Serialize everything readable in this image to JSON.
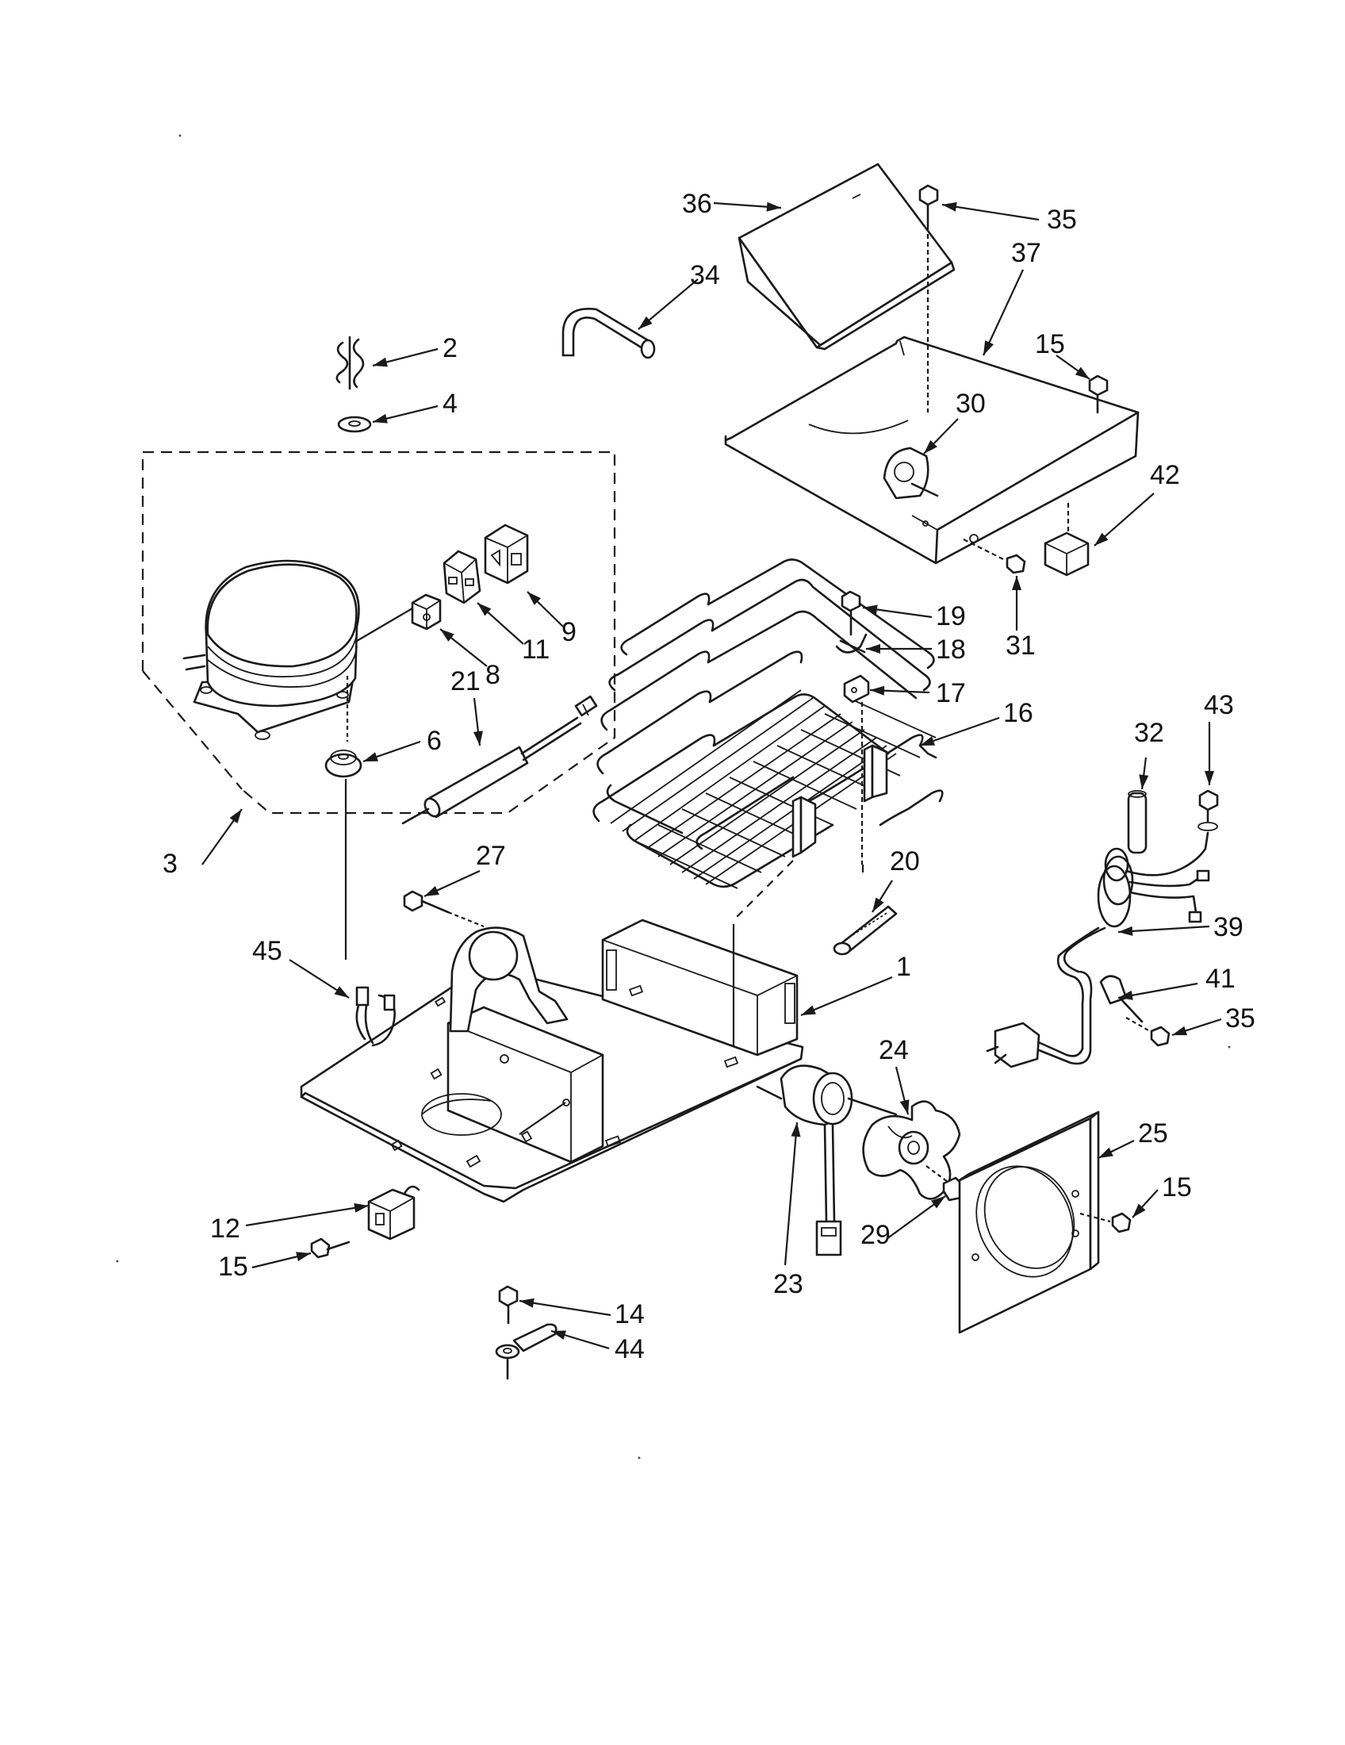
{
  "callouts": [
    {
      "id": "36",
      "label": "36"
    },
    {
      "id": "35a",
      "label": "35"
    },
    {
      "id": "34",
      "label": "34"
    },
    {
      "id": "37",
      "label": "37"
    },
    {
      "id": "2",
      "label": "2"
    },
    {
      "id": "15a",
      "label": "15"
    },
    {
      "id": "4",
      "label": "4"
    },
    {
      "id": "30",
      "label": "30"
    },
    {
      "id": "42",
      "label": "42"
    },
    {
      "id": "9",
      "label": "9"
    },
    {
      "id": "11",
      "label": "11"
    },
    {
      "id": "8",
      "label": "8"
    },
    {
      "id": "19",
      "label": "19"
    },
    {
      "id": "31",
      "label": "31"
    },
    {
      "id": "18",
      "label": "18"
    },
    {
      "id": "17",
      "label": "17"
    },
    {
      "id": "21",
      "label": "21"
    },
    {
      "id": "16",
      "label": "16"
    },
    {
      "id": "6",
      "label": "6"
    },
    {
      "id": "32",
      "label": "32"
    },
    {
      "id": "43",
      "label": "43"
    },
    {
      "id": "3",
      "label": "3"
    },
    {
      "id": "27",
      "label": "27"
    },
    {
      "id": "20",
      "label": "20"
    },
    {
      "id": "39",
      "label": "39"
    },
    {
      "id": "45",
      "label": "45"
    },
    {
      "id": "1",
      "label": "1"
    },
    {
      "id": "41",
      "label": "41"
    },
    {
      "id": "35b",
      "label": "35"
    },
    {
      "id": "24",
      "label": "24"
    },
    {
      "id": "25",
      "label": "25"
    },
    {
      "id": "15b",
      "label": "15"
    },
    {
      "id": "12",
      "label": "12"
    },
    {
      "id": "29",
      "label": "29"
    },
    {
      "id": "15c",
      "label": "15"
    },
    {
      "id": "23",
      "label": "23"
    },
    {
      "id": "14",
      "label": "14"
    },
    {
      "id": "44",
      "label": "44"
    }
  ]
}
